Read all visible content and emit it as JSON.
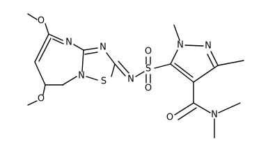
{
  "labels": {
    "o_methoxy_top": "O",
    "o_methoxy_bottom": "O",
    "n_pyrimidine": "N",
    "n_bridge": "N",
    "n_thiadiazole": "N",
    "s_ring": "S",
    "n_imine": "N",
    "s_sulfonyl": "S",
    "o_sulfonyl_top": "O",
    "o_sulfonyl_bottom": "O",
    "n_pyrazole_1": "N",
    "n_pyrazole_2": "N",
    "o_carbonyl": "O",
    "n_amide": "N"
  }
}
